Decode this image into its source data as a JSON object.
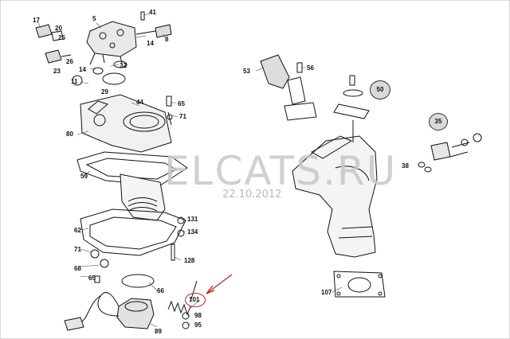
{
  "watermark": "ELCATS.RU",
  "date": "22.10.2012",
  "labels": {
    "p17": "17",
    "p20": "20",
    "p5": "5",
    "p41": "41",
    "p25": "25",
    "p8": "8",
    "p14": "14",
    "p26": "26",
    "p32": "32",
    "p23": "23",
    "p11": "11",
    "p29": "29",
    "p44": "44",
    "p65": "65",
    "p71": "71",
    "p80": "80",
    "p59": "59",
    "p131": "131",
    "p134": "134",
    "p62": "62",
    "p128": "128",
    "p68": "68",
    "p66": "66",
    "p101": "101",
    "p98": "98",
    "p95": "95",
    "p89": "89",
    "p53": "53",
    "p56": "56",
    "p107": "107",
    "p38": "38"
  },
  "callouts": {
    "p50": "50",
    "p35": "35"
  },
  "colors": {
    "highlight": "#d22222",
    "watermark": "#c8c8c8",
    "callout_fill": "#d9d9d9"
  }
}
